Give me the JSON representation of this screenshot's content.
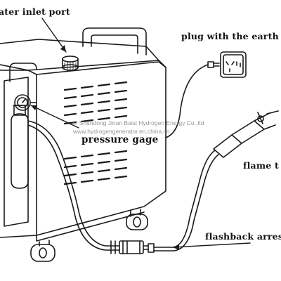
{
  "labels": {
    "water_inlet_port": "ater inlet port",
    "plug_with_earth_wire": "plug with the earth w",
    "pressure_gage": "pressure gage",
    "flame_torch": "flame t",
    "flashback_arrestor": "flashback arresto"
  },
  "watermark": {
    "line1": "© Shandong Jinan Baisi Hydrogen Energy Co.,ltd",
    "line2": "www.hydrogengenerator.en.china.cn"
  },
  "colors": {
    "line": "#1a1a1a",
    "text": "#111111",
    "watermark": "#8a8a8a"
  }
}
